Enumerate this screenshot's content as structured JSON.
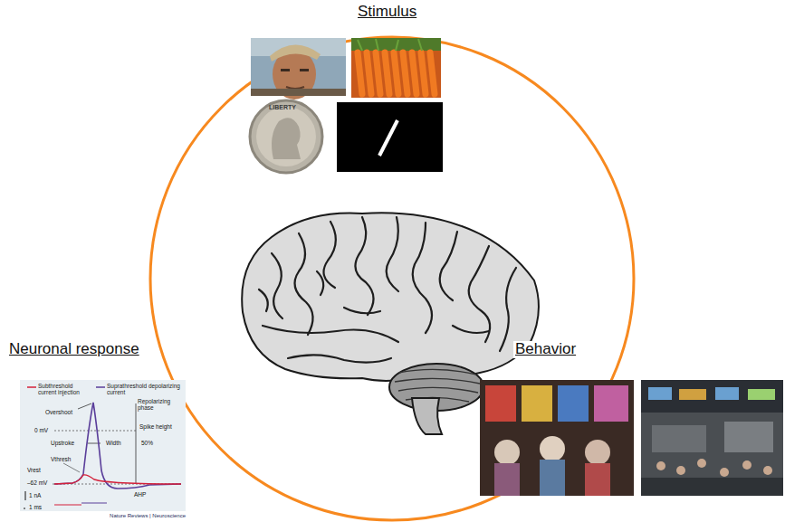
{
  "diagram": {
    "labels": [
      "Stimulus",
      "LIBERTY",
      "Neuronal response",
      "Behavior",
      "Subthreshold current injection",
      "Suprathreshold depolarizing current",
      "Overshoot",
      "0 mV",
      "Upstroke",
      "Width",
      "Repolarizing phase",
      "Spike height",
      "50%",
      "Vthresh",
      "Vrest",
      "–62 mV",
      "AHP",
      "1 nA",
      "1 ms",
      "Nature Reviews | Neuroscience"
    ]
  }
}
